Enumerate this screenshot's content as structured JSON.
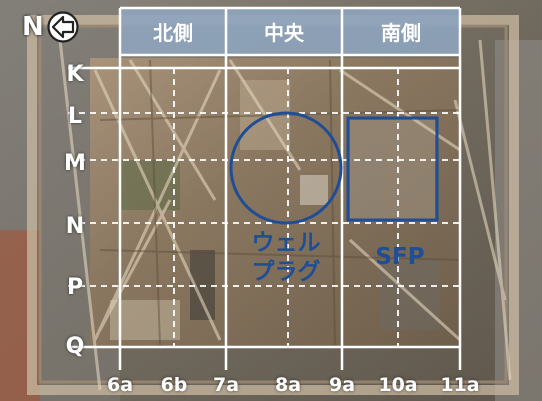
{
  "compass": {
    "letter": "N",
    "icon": "north-arrow-icon"
  },
  "sections": [
    "北側",
    "中央",
    "南側"
  ],
  "rows": [
    "K",
    "L",
    "M",
    "N",
    "P",
    "Q"
  ],
  "columns": [
    "6a",
    "6b",
    "7a",
    "8a",
    "9a",
    "10a",
    "11a"
  ],
  "annotations": {
    "well_plug_line1": "ウェル",
    "well_plug_line2": "プラグ",
    "sfp": "SFP"
  },
  "colors": {
    "accent": "#1f4e96",
    "grid": "#ffffff",
    "header_band": "#8ea4be"
  }
}
